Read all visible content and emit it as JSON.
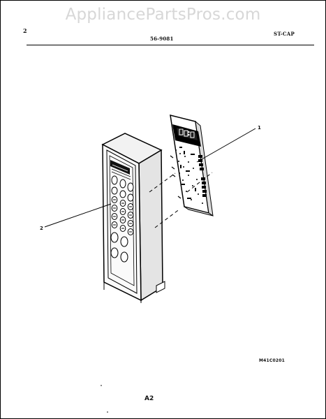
{
  "watermark": "AppliancePartsPros.com",
  "header": {
    "left": "2",
    "center": "56-9081",
    "right": "ST-CAP"
  },
  "callouts": {
    "part_1": "1",
    "part_2": "2"
  },
  "diagram_code": "M41C0201",
  "page_number": "A2",
  "display_text": "88:88"
}
